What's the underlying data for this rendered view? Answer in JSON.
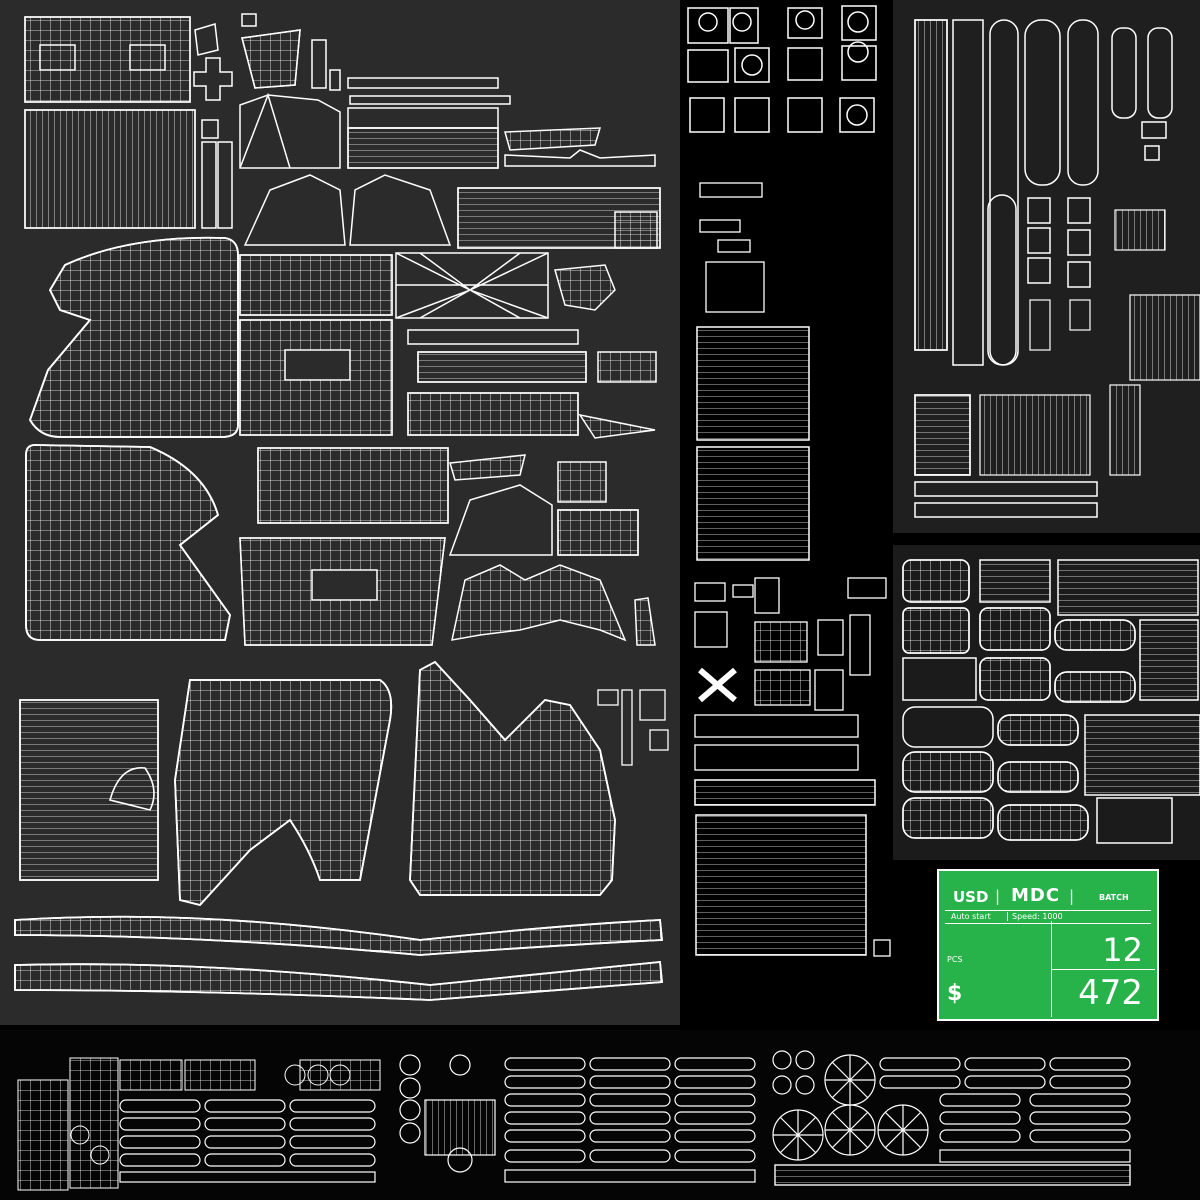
{
  "texture_atlas": {
    "background": "#2b2b2b",
    "wire_color": "#ffffff"
  },
  "counter_display": {
    "currency": "USD",
    "separator": "|",
    "mode": "MDC",
    "batch_label": "BATCH",
    "auto_start": "Auto start",
    "speed": "Speed: 1000",
    "pcs_label": "PCS",
    "pcs_value": "12",
    "money_symbol": "$",
    "money_value": "472",
    "screen_color": "#27b24a"
  }
}
